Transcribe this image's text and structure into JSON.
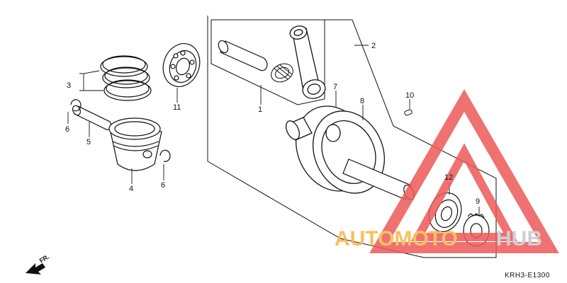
{
  "diagram": {
    "parts": [
      {
        "number": "1",
        "part": "connecting-rod-kit"
      },
      {
        "number": "2",
        "part": "crankshaft-assembly"
      },
      {
        "number": "3",
        "part": "piston-ring-set"
      },
      {
        "number": "4",
        "part": "piston"
      },
      {
        "number": "5",
        "part": "piston-pin"
      },
      {
        "number": "6",
        "part": "piston-pin-clip"
      },
      {
        "number": "6",
        "part": "piston-pin-clip"
      },
      {
        "number": "7",
        "part": "left-crank-flywheel"
      },
      {
        "number": "8",
        "part": "right-crank-flywheel"
      },
      {
        "number": "9",
        "part": "cam-chain-sprocket"
      },
      {
        "number": "10",
        "part": "woodruff-key"
      },
      {
        "number": "11",
        "part": "ball-bearing-left"
      },
      {
        "number": "12",
        "part": "ball-bearing-right"
      }
    ],
    "direction_marker": "FR.",
    "figure_code": "KRH3-E1300"
  },
  "watermark": {
    "text_part1": "AUTOMOTO",
    "text_part2": "HUB",
    "color_triangle": "#ec5a5a",
    "color_text1": "#f5b54a",
    "color_text2": "#c8c8c8"
  }
}
